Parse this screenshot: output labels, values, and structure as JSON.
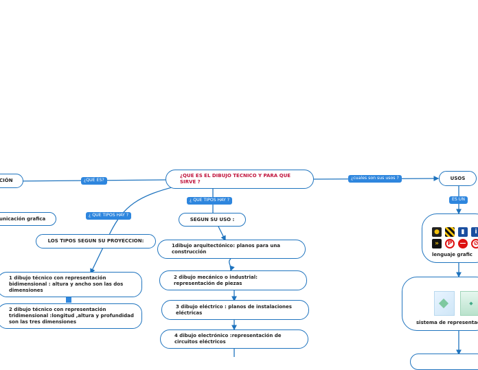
{
  "nodes": {
    "root": "¿QUE ES EL DIBUJO TECNICO Y PARA QUE SIRVE ?",
    "left_edge": "CIÓN",
    "comunicacion": "unicación grafica",
    "tipos_proyeccion": "LOS TIPOS SEGUN SU PROYECCION:",
    "proj1": "1 dibujo técnico con representación bidimensional : altura y ancho son las dos dimensiones",
    "proj2": "2 dibujo técnico con representación tridimensional :longitud ,altura y profundidad son las tres dimensiones",
    "segun_uso": "SEGUN SU USO :",
    "uso1": "1dibujo arquitectónico: planos para una construcción",
    "uso2": "2 dibujo mecánico o industrial: representación de piezas",
    "uso3": "3 dibujo eléctrico : planos de instalaciones eléctricas",
    "uso4": "4 dibujo electrónico :representación de circuitos eléctricos",
    "usos": "USOS",
    "lenguaje": "lenguaje grafic",
    "sistema": "sistema de representac"
  },
  "labels": {
    "que_es": "¿QUE ES?",
    "que_tipos_hay_left": "¿ QUE TIPOS HAY ?",
    "que_tipos_hay_mid": "¿ QUE TIPOS HAY ?",
    "cuales_usos": "¿cuales son sus usos ?",
    "es_un": "ES UN"
  },
  "icons": [
    "traffic-light-icon",
    "striped-sign-icon",
    "parking-sign-icon",
    "info-sign-icon",
    "chevron-sign-icon",
    "no-parking-icon",
    "no-entry-icon",
    "no-sign-icon"
  ],
  "colors": {
    "line": "#1e73be",
    "chip": "#2e86de",
    "root_text": "#c0143c"
  }
}
